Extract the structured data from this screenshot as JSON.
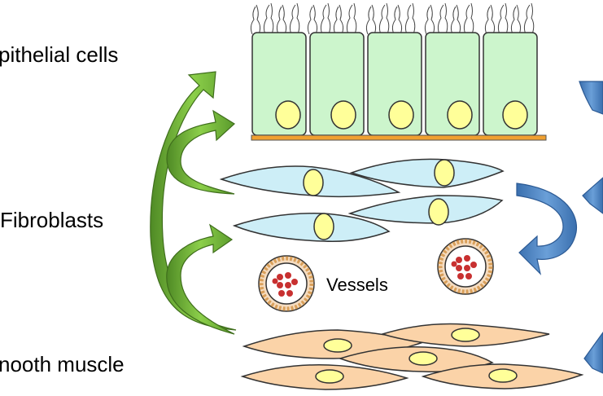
{
  "labels": {
    "epithelial": "pithelial cells",
    "fibroblasts": "Fibroblasts",
    "smooth_muscle": "nooth muscle",
    "vessels": "Vessels"
  },
  "colors": {
    "epithelial_fill": "#ccf5cc",
    "nucleus_fill": "#ffff99",
    "basement_membrane": "#f0a030",
    "fibroblast_fill": "#cdeef7",
    "smooth_muscle_fill": "#fbd3a8",
    "green_arrow": "#6aaa34",
    "blue_arrow": "#4a7fc0",
    "vessel_ring": "#d9a05b",
    "blood_cell": "#c83030"
  }
}
